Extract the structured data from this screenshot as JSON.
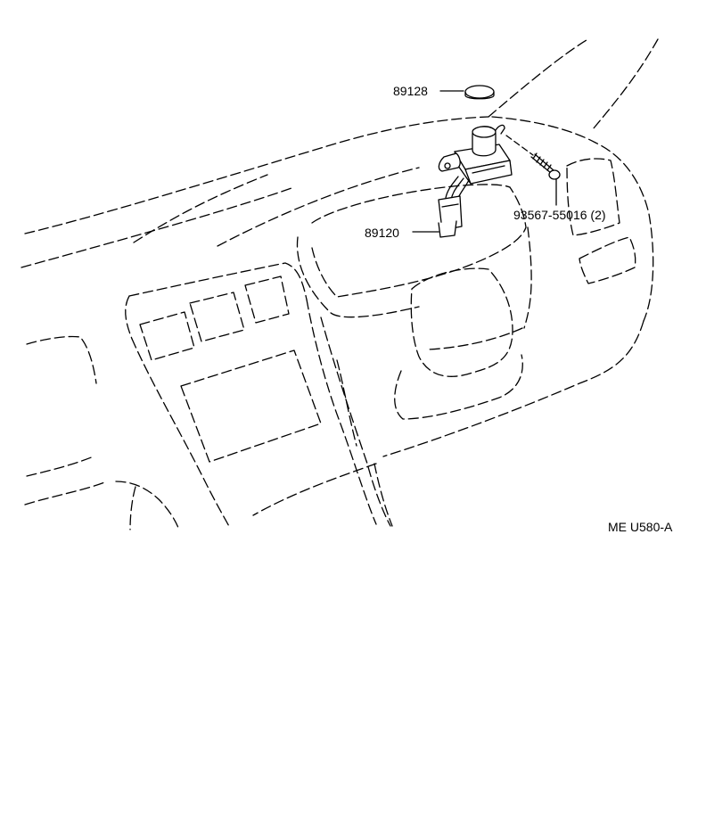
{
  "diagram": {
    "parts": [
      {
        "id": "cap",
        "number": "89128"
      },
      {
        "id": "sensor",
        "number": "89120"
      },
      {
        "id": "screw",
        "number": "93567-55016 (2)"
      }
    ],
    "figure_code": "ME U580-A"
  }
}
